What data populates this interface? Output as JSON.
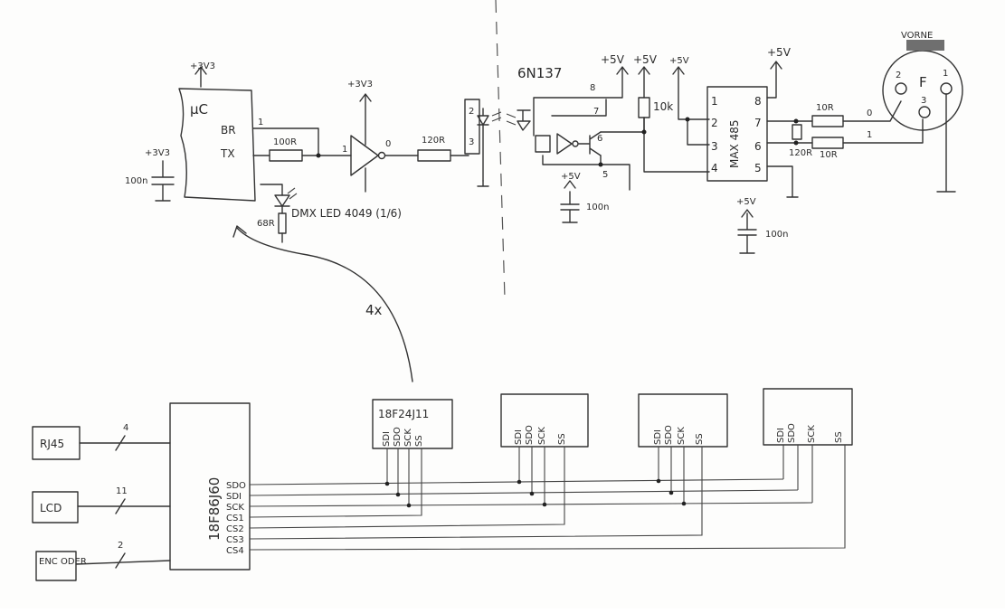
{
  "rails": {
    "v33": "+3V3",
    "v5": "+5V"
  },
  "top": {
    "uc_label": "μC",
    "uc_br": "BR",
    "uc_tx": "TX",
    "pin1": "1",
    "r100": "100R",
    "c100n_left": "100n",
    "r68": "68R",
    "led_label": "DMX LED 4049 (1/6)",
    "buf_in": "1",
    "buf_out": "0",
    "r120": "120R",
    "led_pins": [
      "2",
      "3"
    ],
    "opto": "6N137",
    "opto_pins": [
      "8",
      "7",
      "6",
      "5"
    ],
    "c100n_mid": "100n",
    "r10k": "10k",
    "max_name": "MAX 485",
    "max_pins_left": [
      "1",
      "2",
      "3",
      "4"
    ],
    "max_pins_right": [
      "8",
      "7",
      "6",
      "5"
    ],
    "r10_a": "10R",
    "r10_b": "10R",
    "r120_term": "120R",
    "line_0": "0",
    "line_1": "1",
    "c100n_right": "100n",
    "conn_label": "VORNE",
    "conn_f": "F",
    "conn_pins": [
      "2",
      "1",
      "3"
    ]
  },
  "bottom": {
    "arrow_label": "4x",
    "blocks": [
      "RJ45",
      "LCD",
      "ENC ODER"
    ],
    "bus_counts": [
      "4",
      "11",
      "2"
    ],
    "mcu_main": "18F86J60",
    "mcu_pins": [
      "SDO",
      "SDI",
      "SCK",
      "CS1",
      "CS2",
      "CS3",
      "CS4"
    ],
    "slave_title": "18F24J11",
    "slave_pins": [
      "SDI",
      "SDO",
      "SCK",
      "SS"
    ]
  }
}
